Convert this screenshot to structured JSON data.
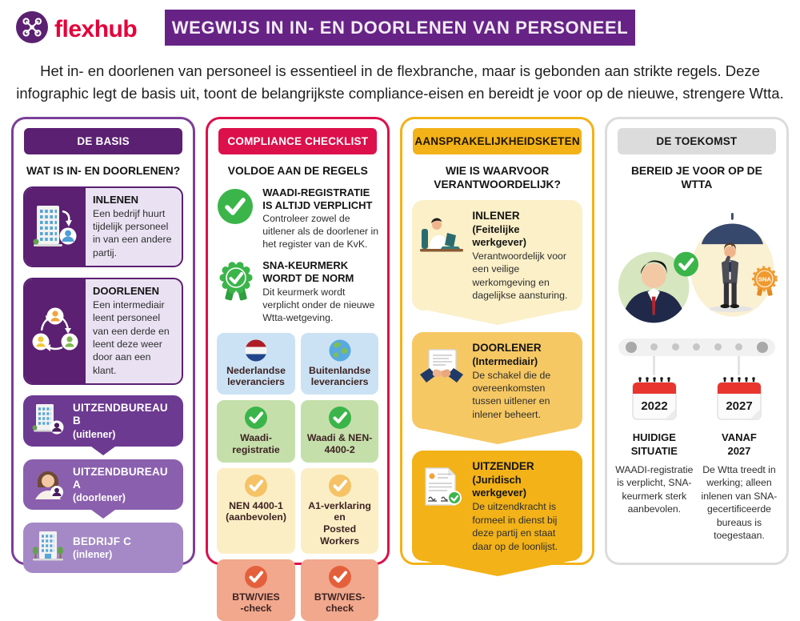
{
  "page": {
    "brand": "flexhub",
    "title_banner": "WEGWIJS IN IN- EN DOORLENEN VAN PERSONEEL",
    "intro": "Het in- en doorlenen van personeel is essentieel in de flexbranche, maar is gebonden aan strikte regels. Deze infographic legt de basis uit, toont de belangrijkste compliance-eisen en bereidt je voor op de nieuwe, strengere Wtta."
  },
  "basis": {
    "banner": "DE BASIS",
    "heading": "WAT IS IN- EN DOORLENEN?",
    "inlenen": {
      "title": "INLENEN",
      "body": "Een bedrijf huurt tijdelijk personeel in van een andere partij."
    },
    "doorlenen": {
      "title": "DOORLENEN",
      "body": "Een intermediair leent personeel van een derde en leent deze weer door aan een klant."
    },
    "chain": [
      {
        "title": "UITZENDBUREAU B",
        "subtitle": "(uitlener)"
      },
      {
        "title": "UITZENDBUREAU A",
        "subtitle": "(doorlener)"
      },
      {
        "title": "BEDRIJF C",
        "subtitle": "(inlener)"
      }
    ]
  },
  "compliance": {
    "banner": "COMPLIANCE CHECKLIST",
    "heading": "VOLDOE AAN DE REGELS",
    "items": [
      {
        "title": "WAADI-REGISTRATIE\nIS ALTIJD VERPLICHT",
        "body": "Controleer zowel de uitlener als de doorlener in het register van de KvK."
      },
      {
        "title": "SNA-KEURMERK\nWORDT DE NORM",
        "body": "Dit keurmerk wordt verplicht onder de nieuwe Wtta-wetgeving."
      }
    ],
    "grid": {
      "suppliers_nl": "Nederlandse\nleveranciers",
      "suppliers_foreign": "Buitenlandse\nleveranciers",
      "nl_check1": "Waadi-\nregistratie",
      "foreign_check1": "Waadi & NEN-\n4400-2",
      "nl_check2": "NEN 4400-1\n(aanbevolen)",
      "foreign_check2": "A1-verklaring en\nPosted Workers",
      "nl_check3": "BTW/VIES\n-check",
      "foreign_check3": "BTW/VIES-\ncheck"
    }
  },
  "liability": {
    "banner": "AANSPRAKELIJKHEIDSKETEN",
    "heading": "WIE IS WAARVOOR\nVERANTWOORDELIJK?",
    "cards": [
      {
        "title": "INLENER",
        "subtitle": "(Feitelijke werkgever)",
        "body": "Verantwoordelijk voor een veilige werkomgeving en dagelijkse aansturing."
      },
      {
        "title": "DOORLENER",
        "subtitle": "(Intermediair)",
        "body": "De schakel die de overeenkomsten tussen uitlener en inlener beheert."
      },
      {
        "title": "UITZENDER",
        "subtitle": "(Juridisch werkgever)",
        "body": "De uitzendkracht is formeel in dienst bij deze partij en staat daar op de loonlijst."
      }
    ]
  },
  "future": {
    "banner": "DE TOEKOMST",
    "heading": "BEREID JE VOOR OP DE WTTA",
    "badge": "SNA",
    "milestones": [
      {
        "year": "2022",
        "title": "HUIDIGE\nSITUATIE",
        "body": "WAADI-registratie is verplicht, SNA-keurmerk sterk aanbevolen."
      },
      {
        "year": "2027",
        "title": "VANAF\n2027",
        "body": "De Wtta treedt in werking; alleen inlenen van SNA-gecertificeerde bureaus is toegestaan."
      }
    ]
  },
  "icons": {
    "logo": "network-icon",
    "inlenen": "building-hire-person-icon",
    "doorlenen": "people-cycle-icon",
    "chain_b": "building-person-badge-icon",
    "chain_a": "woman-avatar-badge-icon",
    "chain_c": "building-trees-icon",
    "waadi": "check-circle-icon",
    "sna": "rosette-check-icon",
    "suppliers_nl": "dutch-flag-icon",
    "suppliers_foreign": "globe-icon",
    "inlener": "person-laptop-icon",
    "doorlener": "handshake-contract-icon",
    "uitzender": "contract-check-icon",
    "future_left": "businessman-check-icon",
    "future_right": "businessman-umbrella-sna-icon",
    "milestone": "calendar-icon"
  },
  "colors": {
    "brand_purple": "#5B2071",
    "title_purple": "#662385",
    "brand_red": "#E4003A",
    "crimson": "#DC104B",
    "gold": "#F2B218",
    "green_check": "#3BB54A",
    "amber_check": "#F5C266",
    "orange_check": "#E4603C",
    "grid_blue": "#CBE2F4",
    "grid_green": "#C5DFAB",
    "grid_yellow": "#FBEEC4",
    "grid_salmon": "#F1A88D",
    "future_gray": "#DCDCDC"
  }
}
